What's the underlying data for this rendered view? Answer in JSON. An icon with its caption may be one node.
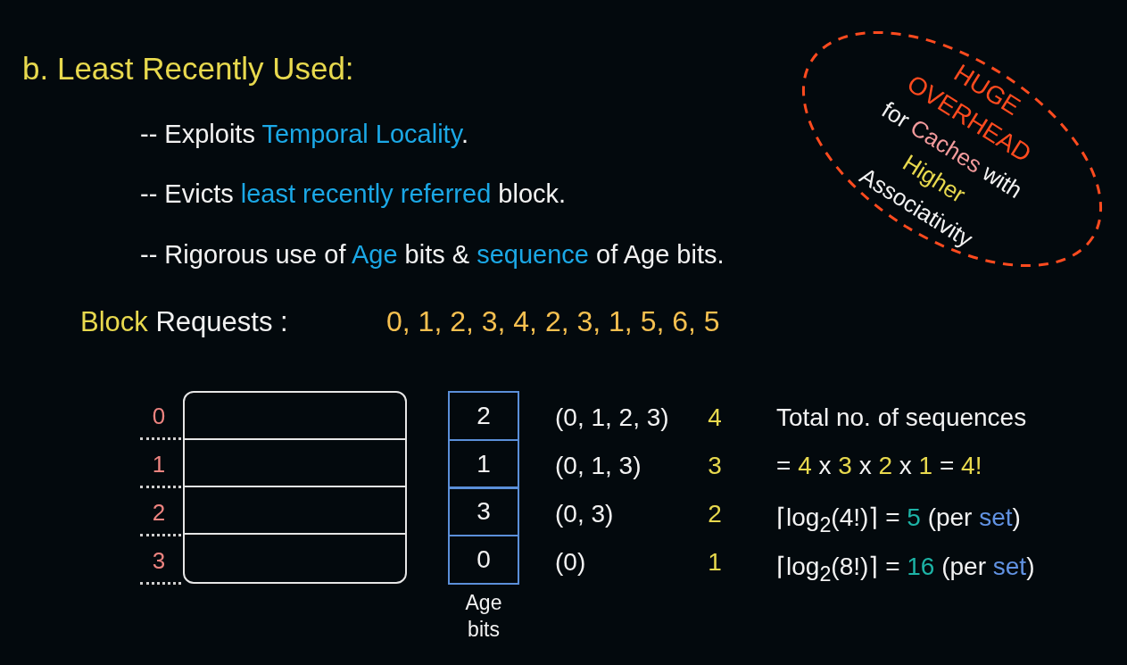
{
  "diagram": {
    "title": "b. Least Recently Used:",
    "nodes": [
      {
        "text": [
          "HUGE OVERHEAD",
          "for Caches with Higher Associativity"
        ]
      },
      {
        "text": [],
        "shape": "box",
        "beside": [
          "0",
          "1",
          "2",
          "3"
        ]
      },
      {
        "text": [
          "Age bits"
        ]
      },
      {
        "text": [
          "2"
        ],
        "in": 2
      },
      {
        "text": [
          "1"
        ],
        "in": 2
      },
      {
        "text": [
          "3"
        ],
        "in": 2
      },
      {
        "text": [
          "0"
        ],
        "in": 2
      }
    ],
    "labels": [
      "-- Exploits Temporal Locality.",
      "-- Evicts least recently referred block.",
      "-- Rigorous use of Age bits & sequence of Age bits.",
      "Block Requests :",
      "0, 1, 2, 3, 4, 2, 3, 1, 5, 6, 5",
      "(0, 1, 2, 3)",
      "4",
      "Total no. of sequences",
      "(0, 1, 3)",
      "3",
      "= 4 x 3 x 2 x 1 = 4!",
      "(0, 3)",
      "2",
      "⌈log$_{2}$(4!)⌉ = 5 (per set)",
      "(0)",
      "1",
      "⌈log$_{2}$(8!)⌉ = 16 (per set)"
    ]
  }
}
